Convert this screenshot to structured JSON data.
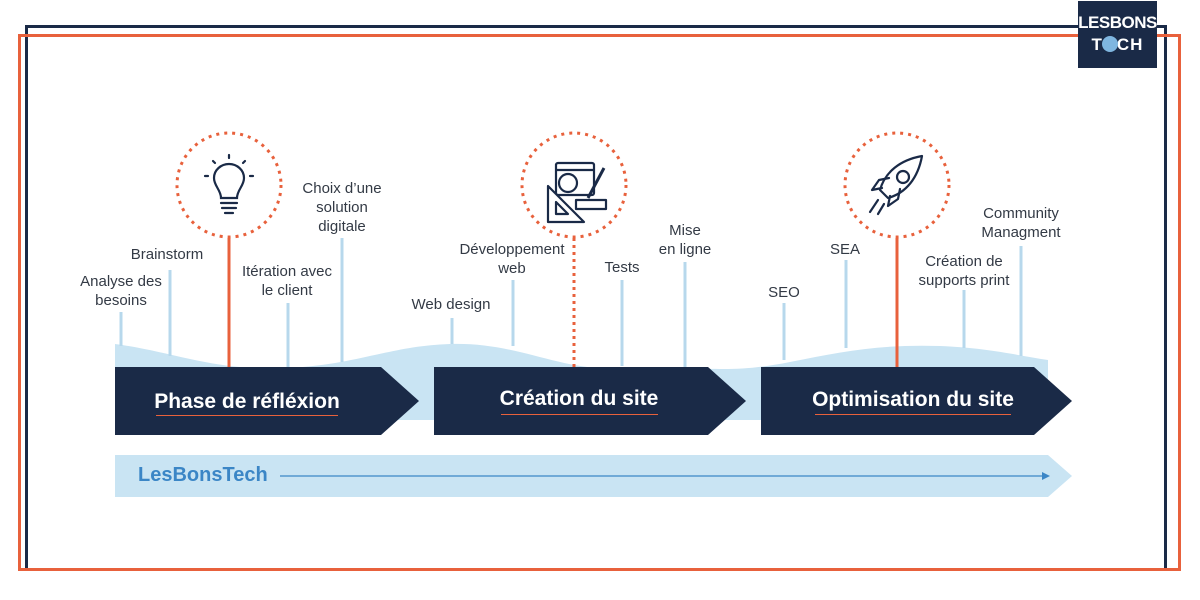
{
  "logo": {
    "line1": "LESBONS",
    "line2_a": "T",
    "line2_b": "CH"
  },
  "brand_label": "LesBonsTech",
  "phases": [
    {
      "label": "Phase de réfléxion",
      "icon": "lightbulb-icon"
    },
    {
      "label": "Création du site",
      "icon": "design-tools-icon"
    },
    {
      "label": "Optimisation du site",
      "icon": "rocket-icon"
    }
  ],
  "steps": {
    "analyse": [
      "Analyse des",
      "besoins"
    ],
    "brainstorm": [
      "Brainstorm"
    ],
    "iteration": [
      "Itération avec",
      "le client"
    ],
    "choix": [
      "Choix d’une",
      "solution",
      "digitale"
    ],
    "webdesign": [
      "Web design"
    ],
    "dev": [
      "Développement",
      "web"
    ],
    "tests": [
      "Tests"
    ],
    "mise": [
      "Mise",
      "en ligne"
    ],
    "seo": [
      "SEO"
    ],
    "sea": [
      "SEA"
    ],
    "print": [
      "Création de",
      "supports print"
    ],
    "community": [
      "Community",
      "Managment"
    ]
  },
  "colors": {
    "navy": "#1a2a47",
    "orange": "#e8613c",
    "light_blue": "#c9e4f3",
    "blue_text": "#3b86c6",
    "connector": "#b7d8ec"
  }
}
